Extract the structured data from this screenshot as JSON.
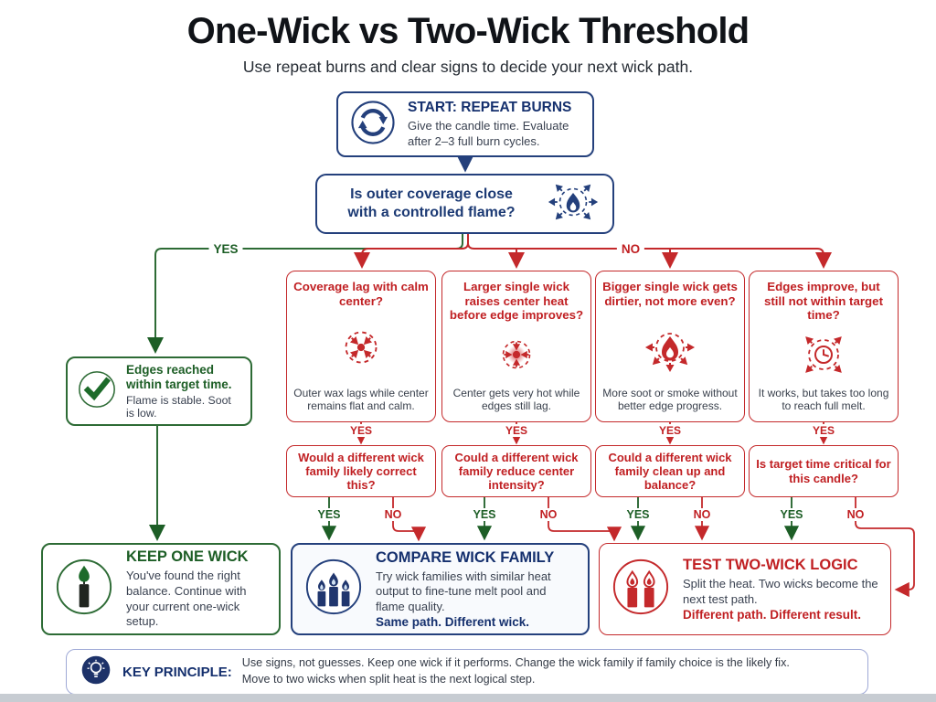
{
  "title": "One-Wick vs Two-Wick Threshold",
  "subtitle": "Use repeat burns and clear signs to decide your next wick path.",
  "colors": {
    "navy": "#24407c",
    "green": "#1d5e26",
    "red": "#c4292b",
    "ink": "#101318"
  },
  "labels": {
    "yes": "YES",
    "no": "NO"
  },
  "start": {
    "title": "START: REPEAT BURNS",
    "body": "Give the candle time. Evaluate after 2–3 full burn cycles.",
    "icon": "cycle-arrows-icon"
  },
  "decision": {
    "question": "Is outer coverage close with a controlled flame?",
    "icon": "radiating-flame-icon"
  },
  "yes_outcome": {
    "title": "Edges reached within target time.",
    "body": "Flame is stable. Soot is low.",
    "icon": "checkmark-icon"
  },
  "symptoms": [
    {
      "title": "Coverage lag with calm center?",
      "body": "Outer wax lags while center remains flat and calm.",
      "icon": "inward-arrows-dot-icon",
      "question": "Would a different wick family likely correct this?"
    },
    {
      "title": "Larger single wick raises center heat before edge improves?",
      "body": "Center gets very hot while edges still lag.",
      "icon": "hot-center-icon",
      "question": "Could a different wick family reduce center intensity?"
    },
    {
      "title": "Bigger single wick gets dirtier, not more even?",
      "body": "More soot or smoke without better edge progress.",
      "icon": "sooty-flame-icon",
      "question": "Could a different wick family clean up and balance?"
    },
    {
      "title": "Edges improve, but still not within target time?",
      "body": "It works, but takes too long to reach full melt.",
      "icon": "clock-radiate-icon",
      "question": "Is target time critical for this candle?"
    }
  ],
  "outcomes": {
    "keep": {
      "title": "KEEP ONE WICK",
      "body": "You've found the right balance. Continue with your current one-wick setup.",
      "icon": "single-candle-icon"
    },
    "compare": {
      "title": "COMPARE WICK FAMILY",
      "body": "Try wick families with similar heat output to fine-tune melt pool and flame quality.",
      "emphasis": "Same path. Different wick.",
      "icon": "three-candles-icon"
    },
    "test": {
      "title": "TEST TWO-WICK LOGIC",
      "body": "Split the heat. Two wicks become the next test path.",
      "emphasis": "Different path. Different result.",
      "icon": "two-candles-icon"
    }
  },
  "key_principle": {
    "label": "KEY PRINCIPLE:",
    "line1": "Use signs, not guesses.  Keep one wick if it performs. Change the wick family if family choice is the likely fix.",
    "line2": "Move to two wicks when split heat is the next logical step.",
    "icon": "lightbulb-icon"
  }
}
